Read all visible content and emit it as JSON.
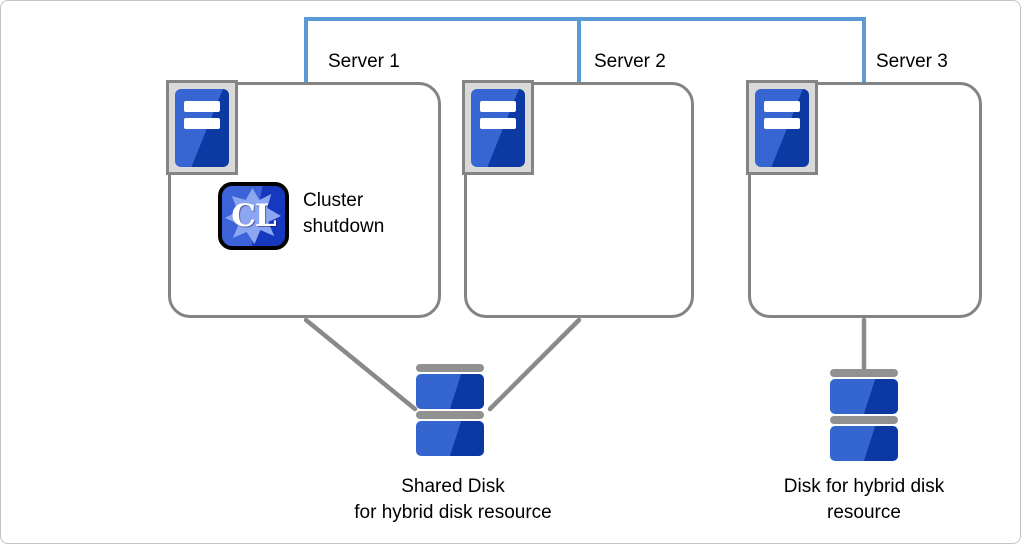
{
  "network": {
    "line_color": "#5B9BD5",
    "connects": [
      "Server 1",
      "Server 2",
      "Server 3"
    ]
  },
  "servers": [
    {
      "label": "Server 1",
      "icon": "server-tower-icon",
      "badge": {
        "icon": "cl-cluster-icon",
        "icon_text": "CL",
        "label": "Cluster shutdown"
      }
    },
    {
      "label": "Server 2",
      "icon": "server-tower-icon"
    },
    {
      "label": "Server 3",
      "icon": "server-tower-icon"
    }
  ],
  "disks": [
    {
      "icon": "disk-stack-icon",
      "label_line1": "Shared Disk",
      "label_line2": "for hybrid disk resource",
      "connected_to": [
        "Server 1",
        "Server 2"
      ]
    },
    {
      "icon": "disk-stack-icon",
      "label_line1": "Disk for hybrid disk",
      "label_line2": "resource",
      "connected_to": [
        "Server 3"
      ]
    }
  ],
  "colors": {
    "network_blue": "#5B9BD5",
    "connector_gray": "#8A8A8A",
    "box_border_gray": "#848484",
    "icon_tray_gray": "#D9D9D9",
    "device_blue_light": "#3565CE",
    "device_blue_dark": "#0B38A3",
    "disk_cap_gray": "#919191",
    "cl_star_blue": "#8CA6F2"
  }
}
